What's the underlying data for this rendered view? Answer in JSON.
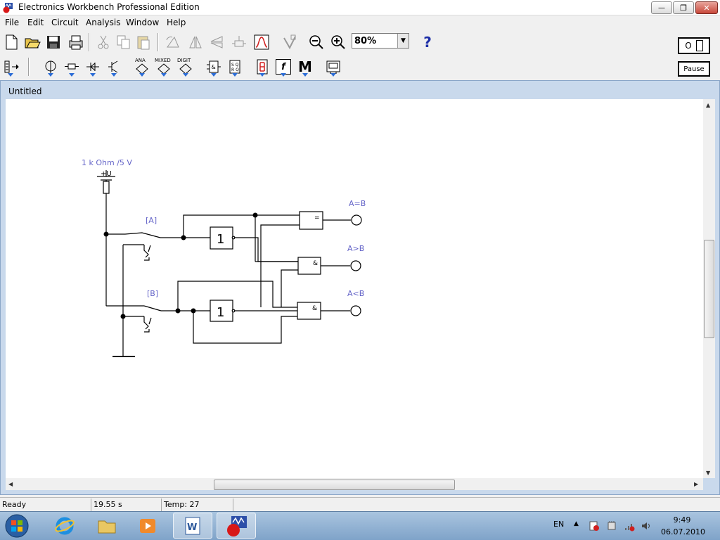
{
  "window": {
    "title": "Electronics Workbench Professional Edition",
    "minimize": "—",
    "maximize": "❐",
    "close": "✕"
  },
  "menu": [
    "File",
    "Edit",
    "Circuit",
    "Analysis",
    "Window",
    "Help"
  ],
  "toolbar": {
    "zoom_value": "80%",
    "zoom_arrow": "▼",
    "power_label": "O",
    "pause_label": "Pause",
    "parts_ana": "ANA",
    "parts_mixed": "MIXED",
    "parts_digit": "DIGIT",
    "help_label": "?",
    "m_label": "M",
    "f_label": "f"
  },
  "document": {
    "title": "Untitled"
  },
  "schematic": {
    "source_label": "1 k Ohm /5 V",
    "source_terminal": "+U",
    "switch_a_label": "[A]",
    "switch_b_label": "[B]",
    "gate_inv_label": "1",
    "gate_and_label": "&",
    "gate_eq_label": "=",
    "out_eq_label": "A=B",
    "out_gt_label": "A>B",
    "out_lt_label": "A<B"
  },
  "status": {
    "state": "Ready",
    "time": "19.55 s",
    "temp": "Temp:  27"
  },
  "taskbar": {
    "lang": "EN",
    "time": "9:49",
    "date": "06.07.2010"
  }
}
